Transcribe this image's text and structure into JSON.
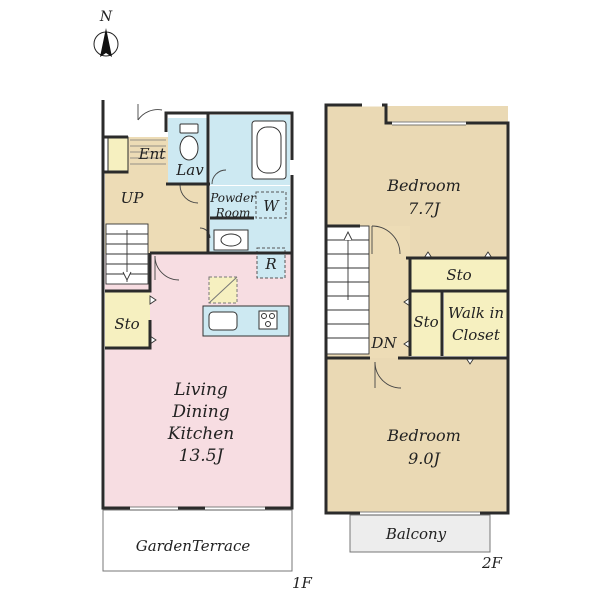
{
  "compass": {
    "north": "N"
  },
  "floor1": {
    "floor_label": "1F",
    "rooms": {
      "ent": "Ent",
      "lav": "Lav",
      "up": "UP",
      "powder_line1": "Powder",
      "powder_line2": "Room",
      "washer": "W",
      "fridge": "R",
      "storage": "Sto",
      "ldk_line1": "Living",
      "ldk_line2": "Dining",
      "ldk_line3": "Kitchen",
      "ldk_size": "13.5J",
      "terrace": "GardenTerrace"
    }
  },
  "floor2": {
    "floor_label": "2F",
    "rooms": {
      "bedroom_top_name": "Bedroom",
      "bedroom_top_size": "7.7J",
      "storage_wide": "Sto",
      "storage_small": "Sto",
      "closet_line1": "Walk in",
      "closet_line2": "Closet",
      "dn": "DN",
      "bedroom_bottom_name": "Bedroom",
      "bedroom_bottom_size": "9.0J",
      "balcony": "Balcony"
    }
  },
  "colors": {
    "wall": "#2b2b2b",
    "bedroom_floor": "#ead9b4",
    "hall_floor": "#eddcb6",
    "ldk_floor": "#f7dde2",
    "wet_area": "#cde9f2",
    "storage": "#f6f0c0",
    "balcony": "#ededed"
  }
}
